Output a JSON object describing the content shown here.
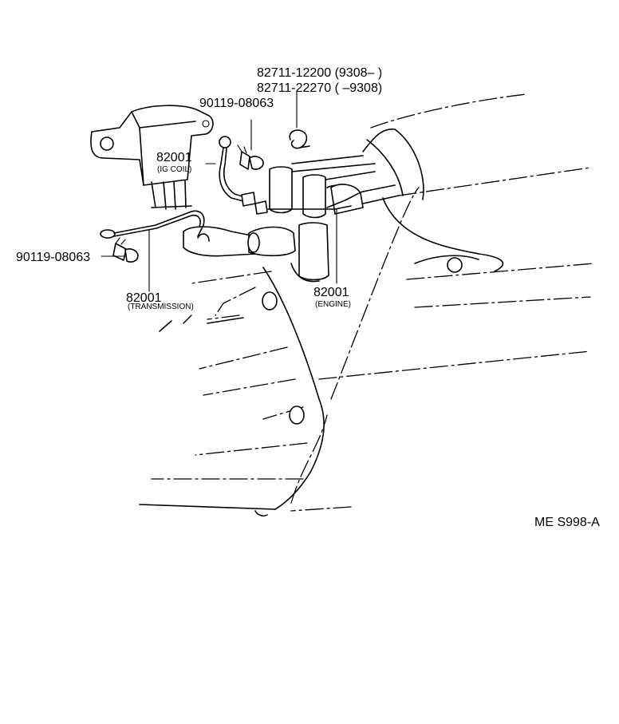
{
  "labels": {
    "part_clamp_new": "82711-12200 (9308–        )",
    "part_clamp_old": "82711-22270 (        –9308)",
    "bolt_top": "90119-08063",
    "bolt_left": "90119-08063",
    "wire_ig_coil_num": "82001",
    "wire_ig_coil_desc": "(IG COIL)",
    "wire_transmission_num": "82001",
    "wire_transmission_desc": "(TRANSMISSION)",
    "wire_engine_num": "82001",
    "wire_engine_desc": "(ENGINE)",
    "diagram_code": "ME S998-A"
  }
}
